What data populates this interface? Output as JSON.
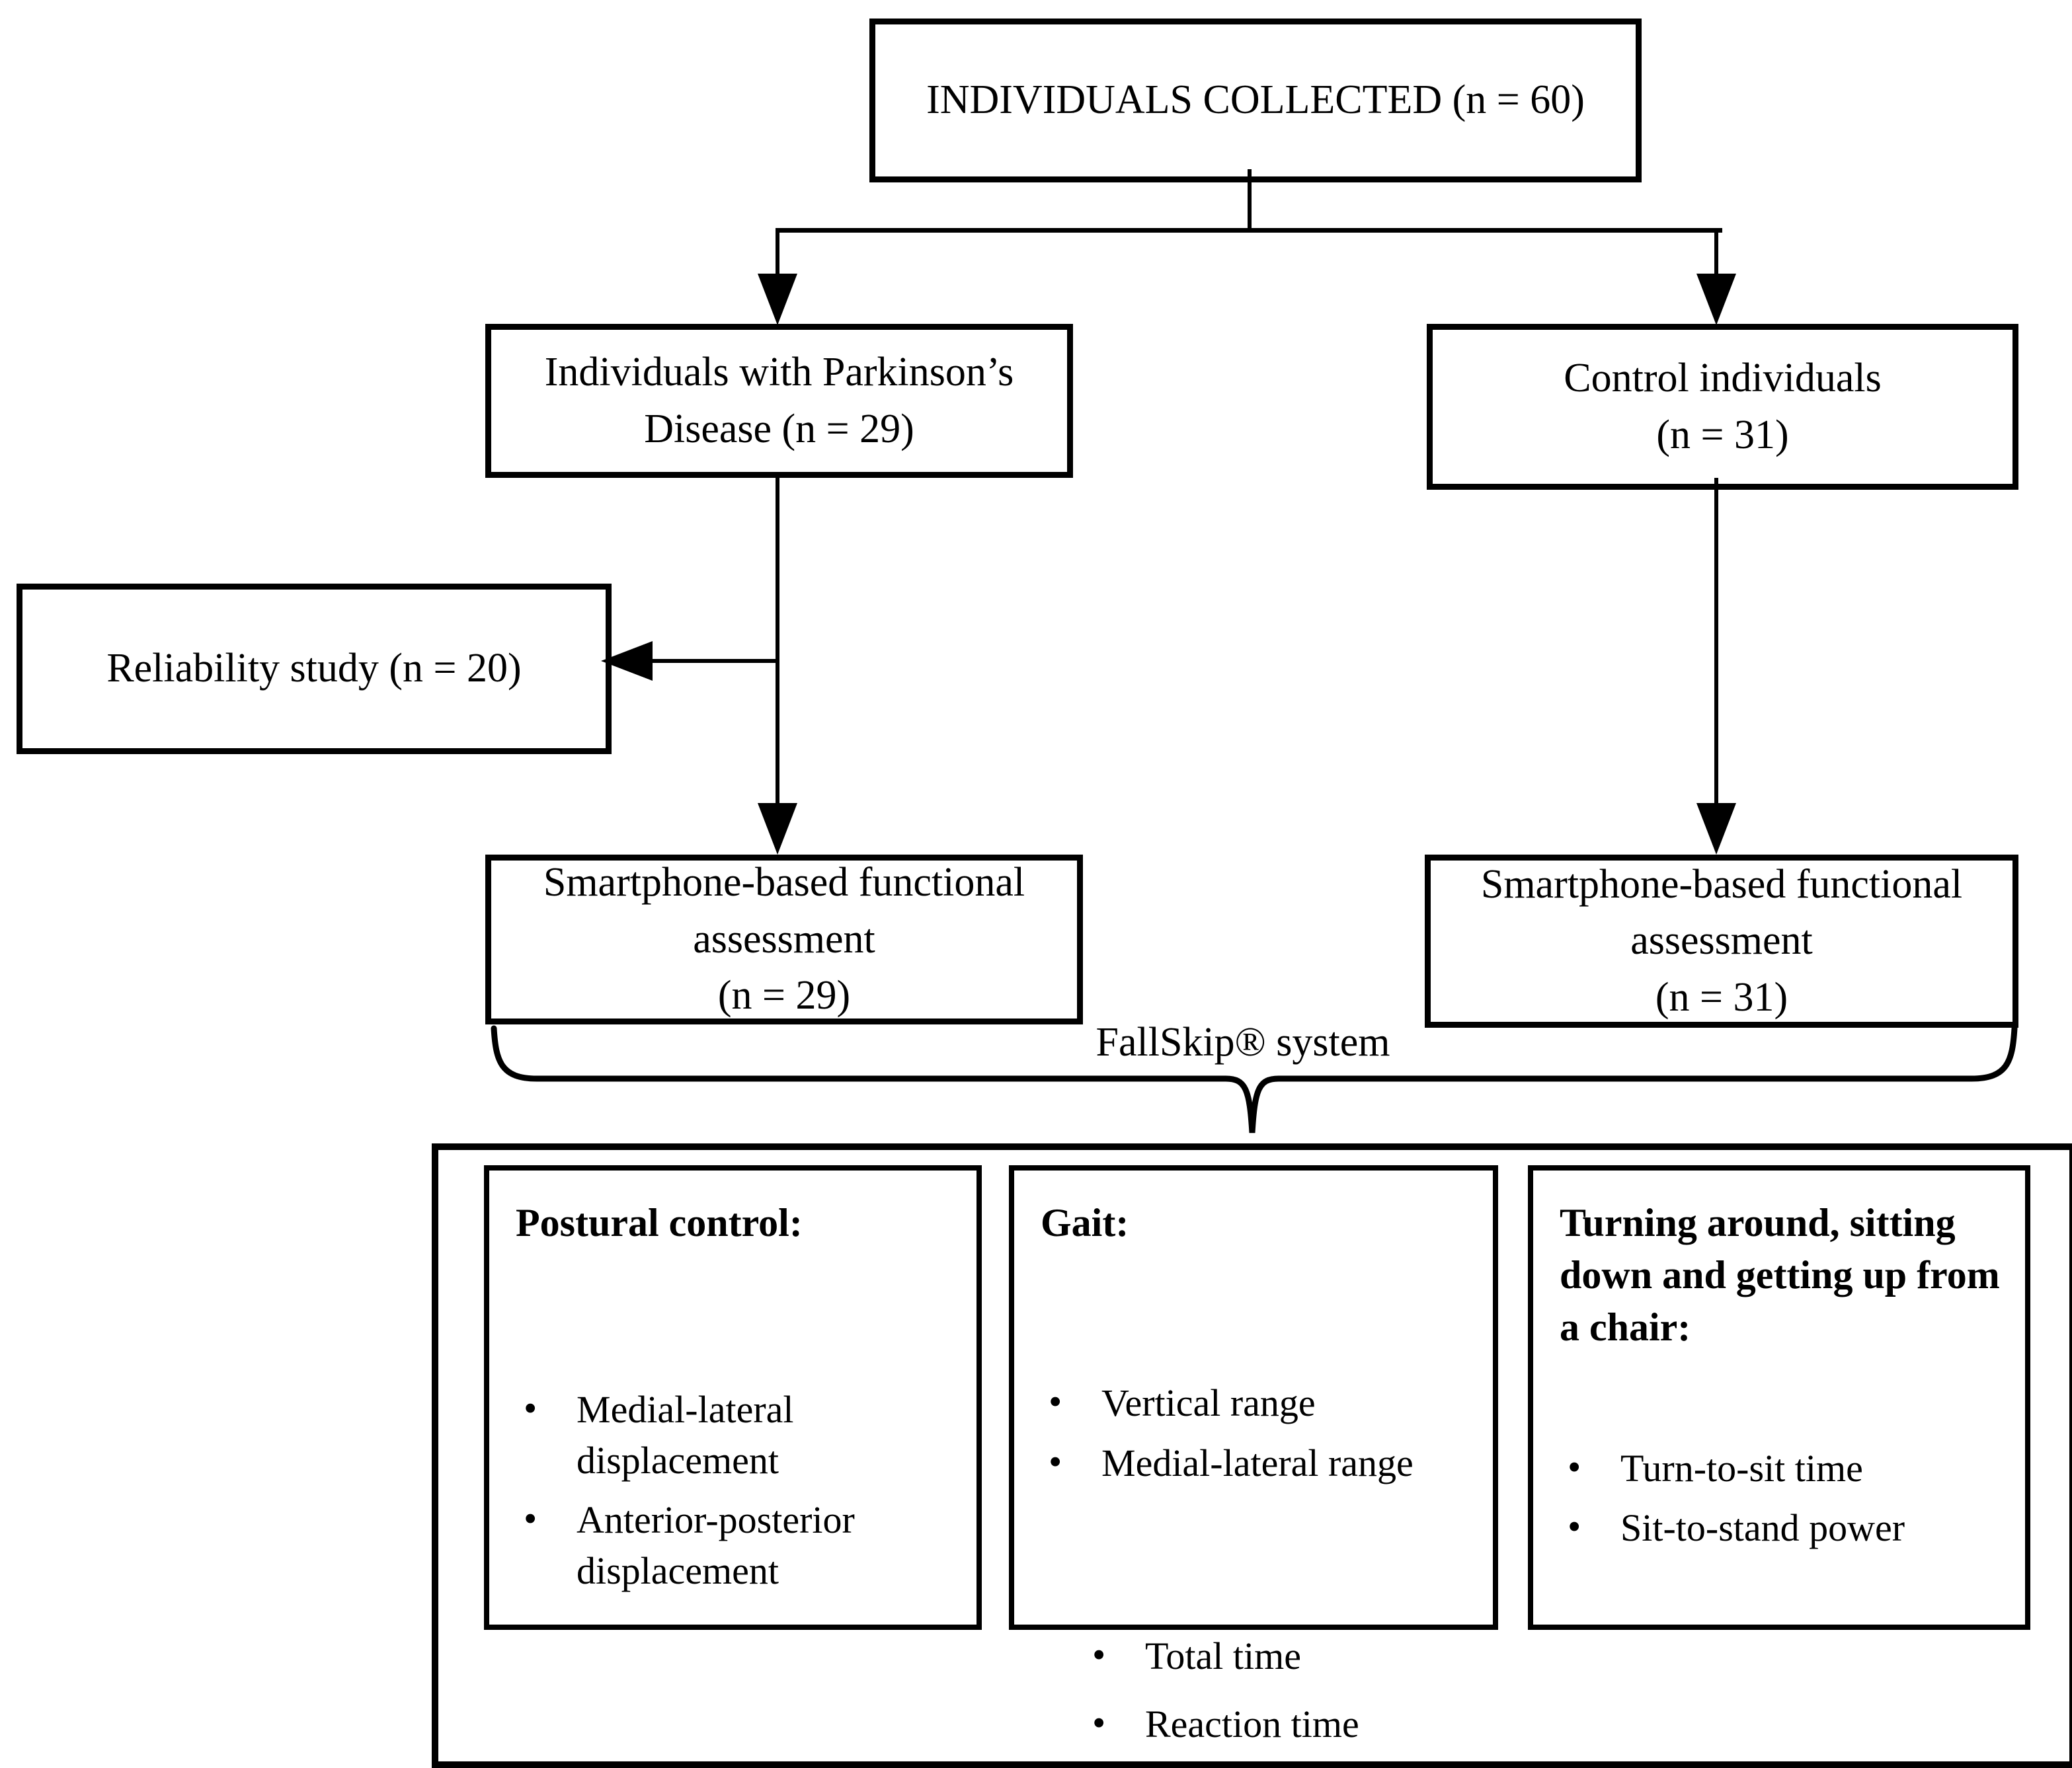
{
  "figure": {
    "nodes": {
      "collected": "INDIVIDUALS COLLECTED (n = 60)",
      "parkinsons": "Individuals with Parkinson’s Disease (n = 29)",
      "control": {
        "label": "Control individuals",
        "count": "(n = 31)"
      },
      "reliability": "Reliability study (n = 20)",
      "assessment_pd": {
        "label": "Smartphone-based functional assessment",
        "count": "(n = 29)"
      },
      "assessment_control": {
        "label": "Smartphone-based functional assessment",
        "count": "(n = 31)"
      }
    },
    "brace_label": "FallSkip® system",
    "panels": [
      {
        "heading": "Postural control:",
        "items": [
          "Medial-lateral displacement",
          "Anterior-posterior displacement"
        ]
      },
      {
        "heading": "Gait:",
        "items": [
          "Vertical range",
          "Medial-lateral range"
        ]
      },
      {
        "heading": "Turning around, sitting down and getting up from a chair:",
        "items": [
          "Turn-to-sit time",
          "Sit-to-stand power"
        ]
      }
    ],
    "shared_items": [
      "Total time",
      "Reaction time"
    ],
    "colors": {
      "line": "#000000",
      "background": "#ffffff",
      "text": "#000000"
    }
  }
}
